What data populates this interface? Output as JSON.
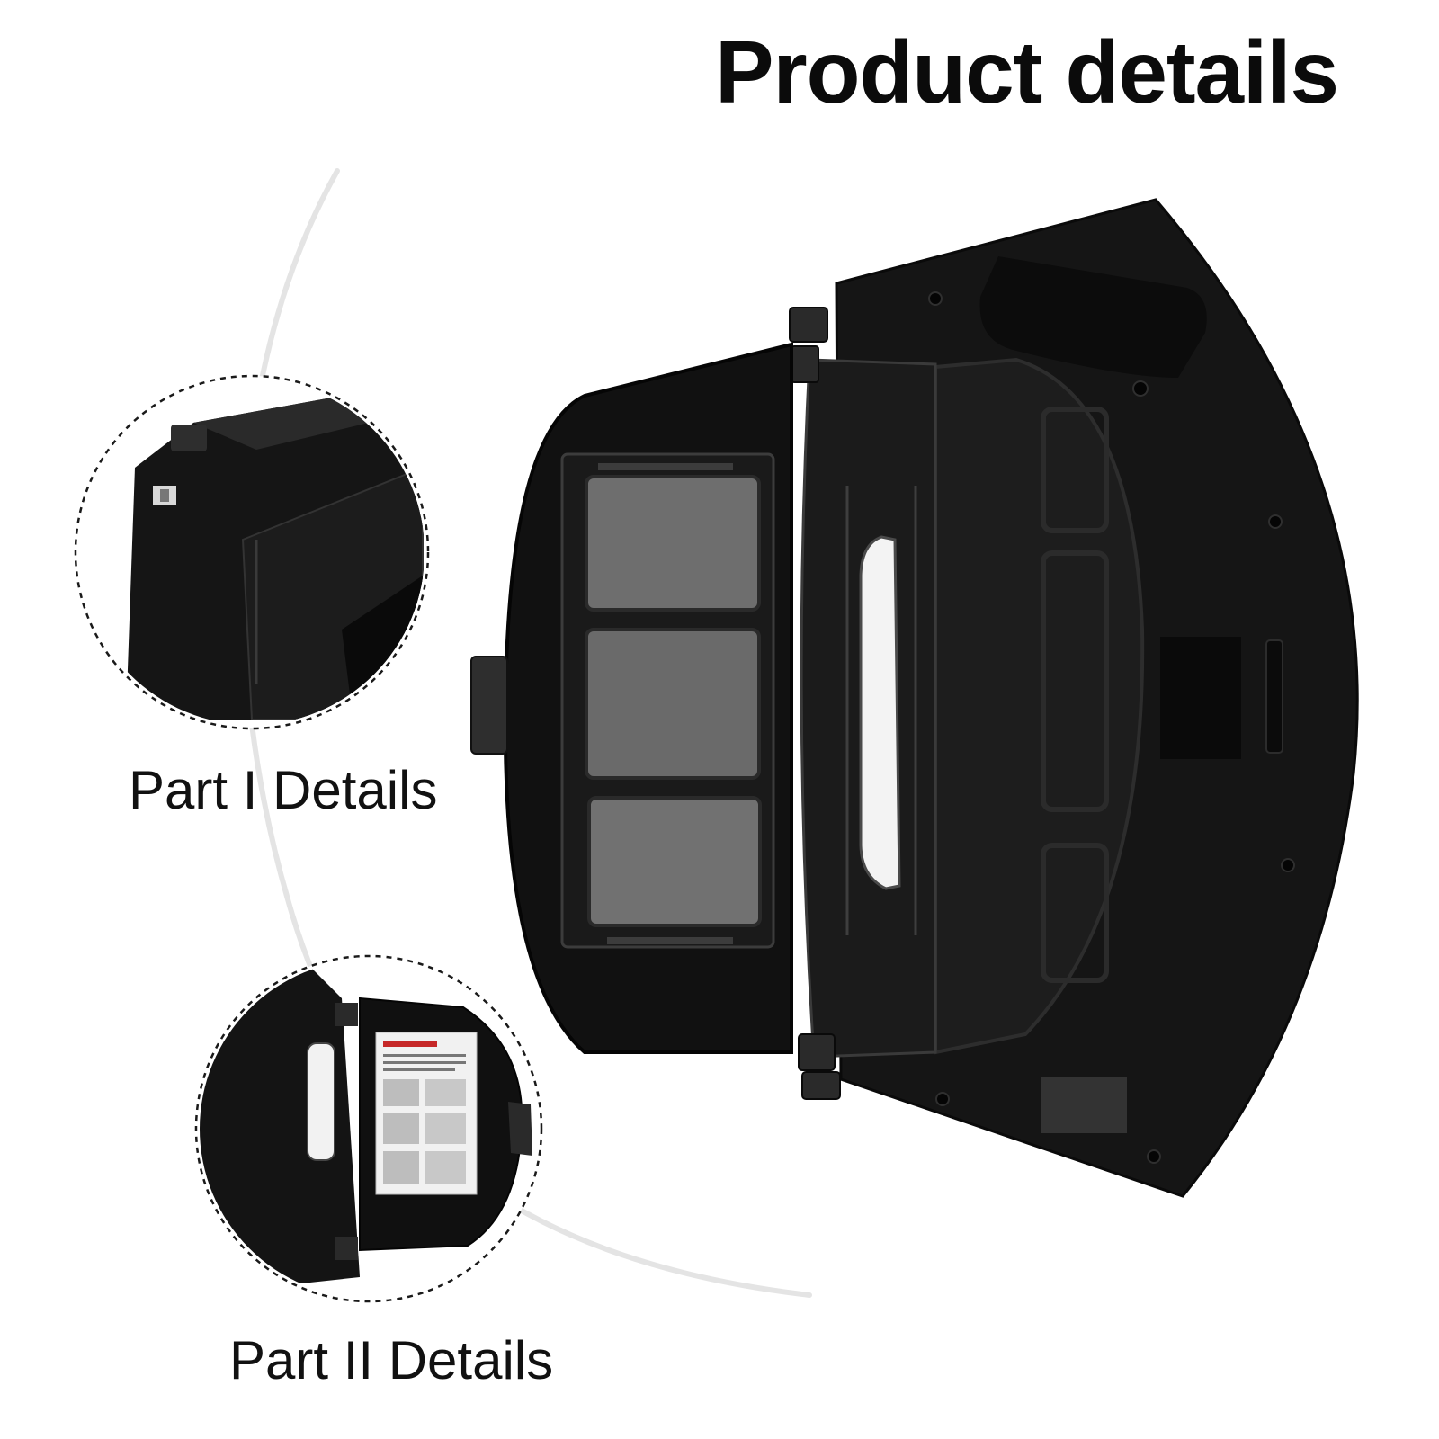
{
  "title": "Product details",
  "details": [
    {
      "label": "Part I Details"
    },
    {
      "label": "Part II Details"
    }
  ],
  "icons": {
    "main_product": "dustbin-with-filter-icon",
    "detail_one": "dustbin-side-view-icon",
    "detail_two": "dustbin-warning-label-icon"
  },
  "colors": {
    "background": "#ffffff",
    "product_body": "#141414",
    "filter_panel": "#6e6e6e",
    "accent_arc": "#e4e4e4",
    "dashed_border": "#1a1a1a"
  }
}
